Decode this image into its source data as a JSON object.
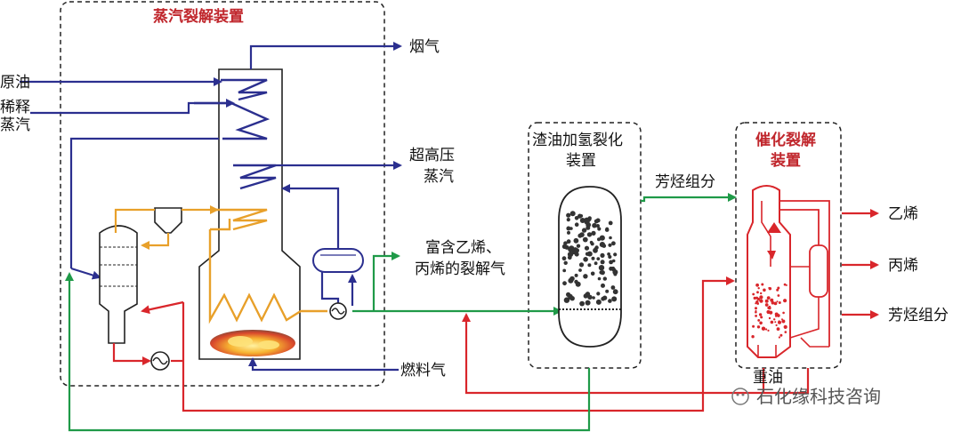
{
  "units": {
    "steam_cracking": "蒸汽裂解装置",
    "residue_hydrocracking_l1": "渣油加氢裂化",
    "residue_hydrocracking_l2": "装置",
    "catalytic_cracking_l1": "催化裂解",
    "catalytic_cracking_l2": "装置"
  },
  "streams": {
    "crude_oil": "原油",
    "dilution_steam_l1": "稀释",
    "dilution_steam_l2": "蒸汽",
    "flue_gas": "烟气",
    "shp_steam_l1": "超高压",
    "shp_steam_l2": "蒸汽",
    "cracked_gas_l1": "富含乙烯、",
    "cracked_gas_l2": "丙烯的裂解气",
    "fuel_gas": "燃料气",
    "aromatics_mid": "芳烃组分",
    "heavy_oil": "重油",
    "ethylene": "乙烯",
    "propylene": "丙烯",
    "aromatics_out": "芳烃组分"
  },
  "watermark": "石化缘科技咨询",
  "colors": {
    "blue": "#2b2f8f",
    "orange": "#e8a02a",
    "green": "#1f9a48",
    "red": "#d9262b",
    "dashed": "#222222"
  }
}
